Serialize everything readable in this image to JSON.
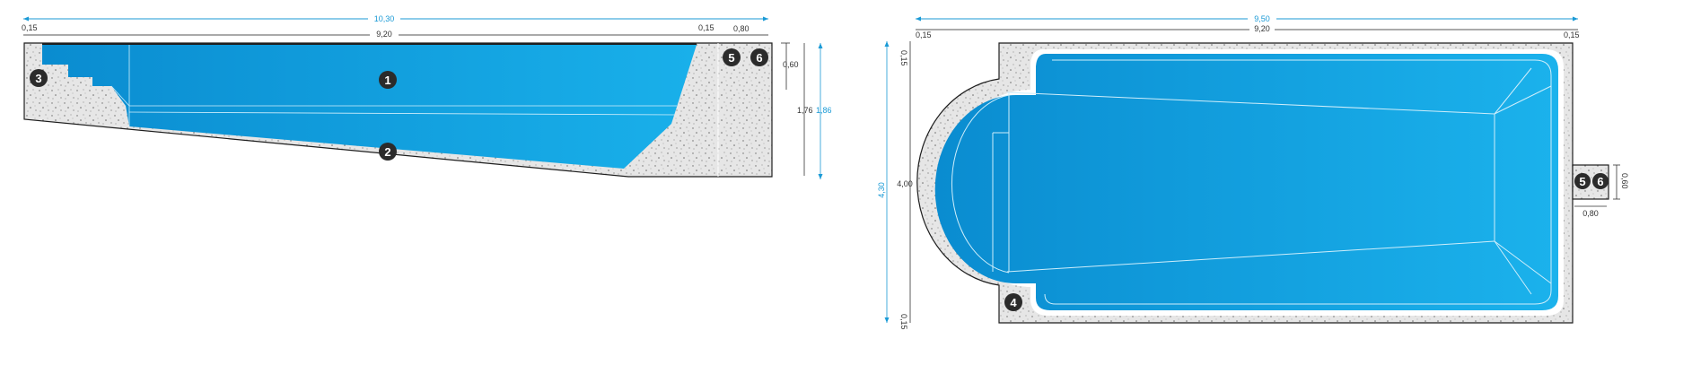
{
  "colors": {
    "water_deep": "#0a8cd0",
    "water_light": "#18aee9",
    "concrete": "#e6e6e6",
    "speckle": "#6a6a6a",
    "outline": "#1e1e1e",
    "dim_blue": "#1a9ad6",
    "dim_dark": "#333333",
    "badge": "#2b2b2b"
  },
  "side_view": {
    "dims": {
      "overall_length": "10,30",
      "inner_length": "9,20",
      "left_wall": "0,15",
      "right_wall": "0,15",
      "right_pad": "0,80",
      "shallow_depth": "0,60",
      "deep_depth": "1,76",
      "total_depth": "1,86"
    },
    "badges": [
      "1",
      "2",
      "3",
      "5",
      "6"
    ]
  },
  "top_view": {
    "dims": {
      "overall_length": "9,50",
      "inner_length": "9,20",
      "left_wall": "0,15",
      "right_wall": "0,15",
      "overall_width": "4,30",
      "inner_width": "4,00",
      "top_wall": "0,15",
      "bottom_wall": "0,15",
      "equip_width": "0,60",
      "equip_length": "0,80"
    },
    "badges": [
      "4",
      "5",
      "6"
    ]
  }
}
